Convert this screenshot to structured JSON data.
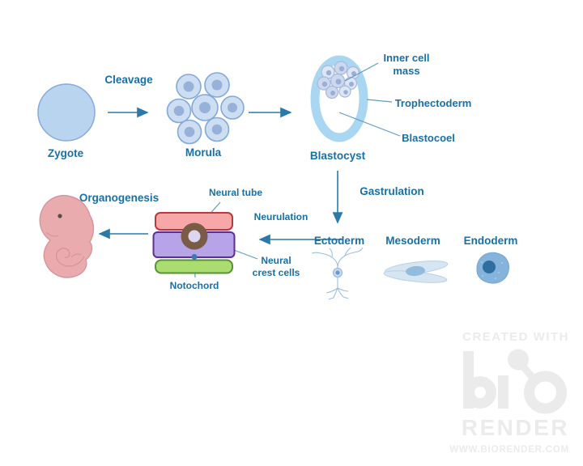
{
  "diagram": {
    "title_implicit": "Embryonic development stages",
    "stages": {
      "zygote": "Zygote",
      "morula": "Morula",
      "blastocyst": "Blastocyst",
      "ectoderm": "Ectoderm",
      "mesoderm": "Mesoderm",
      "endoderm": "Endoderm"
    },
    "processes": {
      "cleavage": "Cleavage",
      "gastrulation": "Gastrulation",
      "neurulation": "Neurulation",
      "organogenesis": "Organogenesis"
    },
    "annotations": {
      "inner_cell_mass_line1": "Inner cell",
      "inner_cell_mass_line2": "mass",
      "trophectoderm": "Trophectoderm",
      "blastocoel": "Blastocoel",
      "neural_tube": "Neural tube",
      "neural_crest_line1": "Neural",
      "neural_crest_line2": "crest cells",
      "notochord": "Notochord"
    },
    "colors": {
      "label_text": "#1770a8",
      "arrow": "#2b79a8",
      "pointer_line": "#5e9cc3",
      "zygote_fill": "#b9d4ee",
      "zygote_stroke": "#84abda",
      "morula_cell_fill": "#cddef2",
      "morula_cell_stroke": "#81a9da",
      "morula_nucleus": "#98b1d8",
      "blastocyst_ring": "#a9d7f2",
      "icm_cell_fill": "#cdd8ee",
      "icm_nucleus": "#9aaed6",
      "embryo_fill": "#e9abad",
      "embryo_stroke": "#d5929b",
      "ectoderm_layer_fill": "#f7a7a7",
      "ectoderm_layer_stroke": "#b43b3b",
      "neural_crest_layer_fill": "#b7a3e8",
      "neural_crest_layer_stroke": "#5c2e92",
      "notochord_layer_fill": "#abdc6f",
      "notochord_layer_stroke": "#579230",
      "neural_tube_ring": "#7a5b45",
      "notochord_dot": "#4078ad",
      "watermark": "#ebebeb"
    }
  },
  "watermark": {
    "created_with": "CREATED WITH",
    "logo": "bio",
    "render": "RENDER",
    "url": "WWW.BIORENDER.COM"
  }
}
